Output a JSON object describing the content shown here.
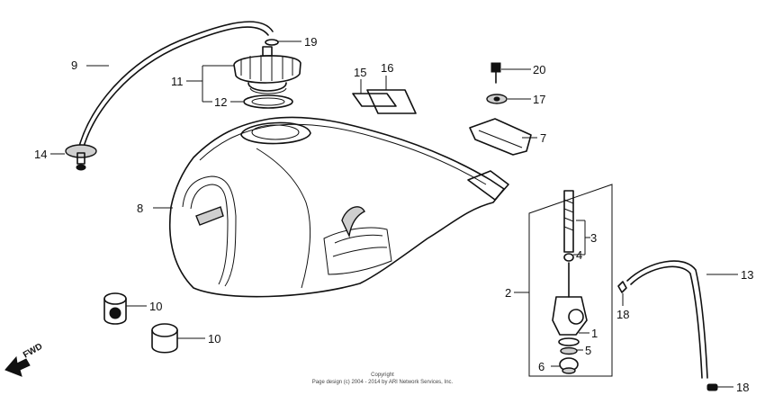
{
  "callouts": {
    "c1": "1",
    "c2": "2",
    "c3": "3",
    "c4": "4",
    "c5": "5",
    "c6": "6",
    "c7": "7",
    "c8": "8",
    "c9": "9",
    "c10a": "10",
    "c10b": "10",
    "c11": "11",
    "c12": "12",
    "c13": "13",
    "c14": "14",
    "c15": "15",
    "c16": "16",
    "c17": "17",
    "c18a": "18",
    "c18b": "18",
    "c19": "19",
    "c20": "20"
  },
  "fwd_label": "FWD",
  "copyright": {
    "line1": "Copyright",
    "line2": "Page design (c) 2004 - 2014 by ARI Network Services, Inc."
  }
}
